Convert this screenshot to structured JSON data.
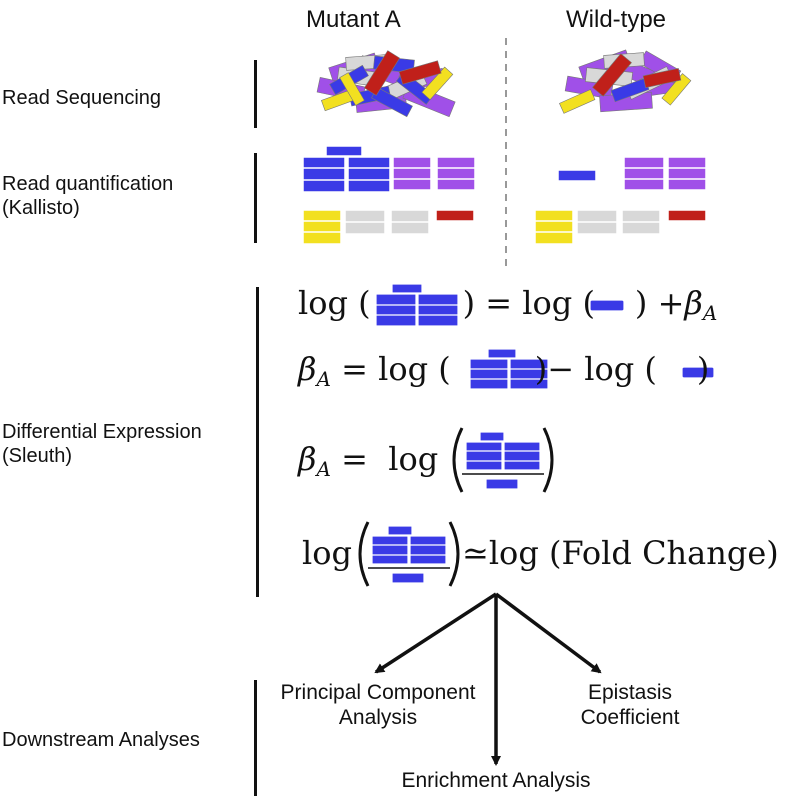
{
  "columns": {
    "mutant": "Mutant A",
    "wildtype": "Wild-type"
  },
  "stages": {
    "read_sequencing": "Read Sequencing",
    "read_quant_1": "Read quantification",
    "read_quant_2": "(Kallisto)",
    "diff_expr_1": "Differential Expression",
    "diff_expr_2": "(Sleuth)",
    "downstream": "Downstream Analyses"
  },
  "equations": {
    "log": "log",
    "beta": "β",
    "sub_a": "A",
    "equals": "=",
    "minus": "−",
    "plus": "+",
    "approx": "≃",
    "fold_change": "log (Fold Change)"
  },
  "analyses": {
    "pca_1": "Principal Component",
    "pca_2": "Analysis",
    "epi_1": "Epistasis",
    "epi_2": "Coefficient",
    "enrichment": "Enrichment Analysis"
  },
  "colors": {
    "blue": "#3a3ae6",
    "purple": "#a050e8",
    "yellow": "#f2e020",
    "gray": "#d8d8d8",
    "red": "#c0201a",
    "divider": "#999999"
  }
}
